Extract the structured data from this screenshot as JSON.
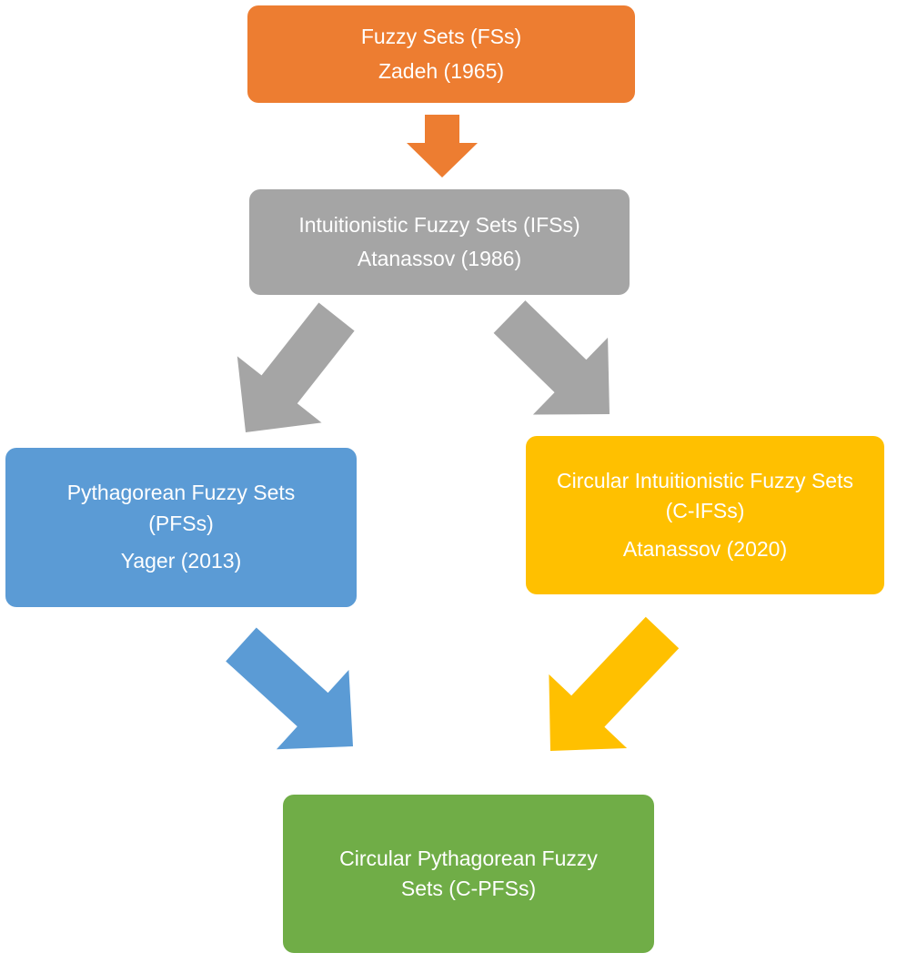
{
  "colors": {
    "fs": "#ED7D31",
    "ifs": "#A5A5A5",
    "pfs": "#5B9BD5",
    "cifs": "#FFC000",
    "cpfs": "#70AD47"
  },
  "nodes": {
    "fs": {
      "name": "Fuzzy Sets (FSs)",
      "author": "Zadeh (1965)"
    },
    "ifs": {
      "name": "Intuitionistic Fuzzy Sets (IFSs)",
      "author": "Atanassov (1986)"
    },
    "pfs": {
      "name": "Pythagorean Fuzzy Sets (PFSs)",
      "author": "Yager (2013)"
    },
    "cifs": {
      "name": "Circular Intuitionistic Fuzzy Sets (C-IFSs)",
      "author": "Atanassov (2020)"
    },
    "cpfs": {
      "name": "Circular Pythagorean Fuzzy Sets (C-PFSs)"
    }
  },
  "edges": [
    {
      "from": "fs",
      "to": "ifs"
    },
    {
      "from": "ifs",
      "to": "pfs"
    },
    {
      "from": "ifs",
      "to": "cifs"
    },
    {
      "from": "pfs",
      "to": "cpfs"
    },
    {
      "from": "cifs",
      "to": "cpfs"
    }
  ]
}
